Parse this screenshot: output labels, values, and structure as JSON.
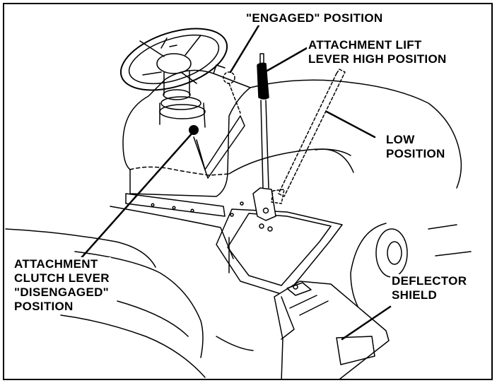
{
  "labels": {
    "engaged": "\"ENGAGED\"  POSITION",
    "lift_line1": "ATTACHMENT  LIFT",
    "lift_line2": "LEVER HIGH POSITION",
    "low_line1": "LOW",
    "low_line2": "POSITION",
    "clutch_line1": "ATTACHMENT",
    "clutch_line2": "CLUTCH LEVER",
    "clutch_line3": "\"DISENGAGED\"",
    "clutch_line4": "POSITION",
    "deflector_line1": "DEFLECTOR",
    "deflector_line2": "SHIELD"
  },
  "colors": {
    "ink": "#000000",
    "paper": "#ffffff"
  }
}
